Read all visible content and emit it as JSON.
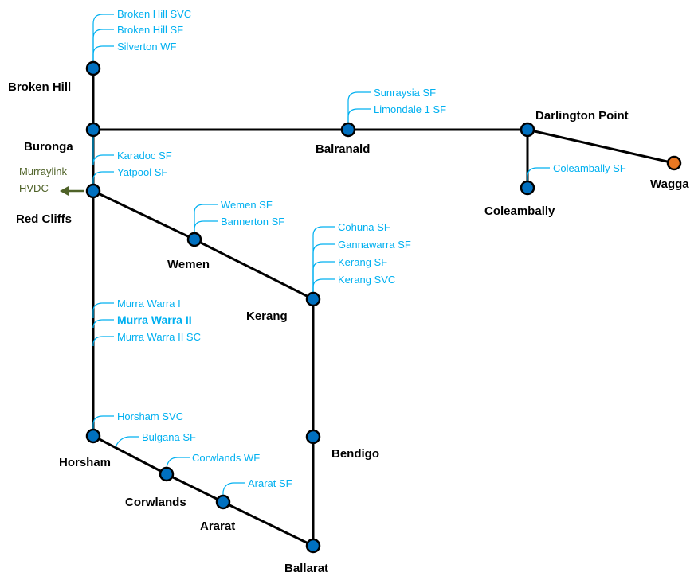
{
  "colors": {
    "line": "#000000",
    "node": "#0070c0",
    "node_highlight": "#e87722",
    "generator_text": "#00b0f0",
    "interconnector": "#4f6228"
  },
  "nodes": {
    "broken_hill": "Broken Hill",
    "buronga": "Buronga",
    "balranald": "Balranald",
    "darlington_point": "Darlington Point",
    "wagga": "Wagga",
    "coleambally": "Coleambally",
    "red_cliffs": "Red Cliffs",
    "wemen": "Wemen",
    "kerang": "Kerang",
    "bendigo": "Bendigo",
    "horsham": "Horsham",
    "corwlands": "Corwlands",
    "ararat": "Ararat",
    "ballarat": "Ballarat"
  },
  "generators": {
    "broken_hill_svc": "Broken Hill SVC",
    "broken_hill_sf": "Broken Hill SF",
    "silverton_wf": "Silverton WF",
    "sunraysia_sf": "Sunraysia SF",
    "limondale_1_sf": "Limondale 1 SF",
    "coleambally_sf": "Coleambally SF",
    "karadoc_sf": "Karadoc SF",
    "yatpool_sf": "Yatpool SF",
    "wemen_sf": "Wemen SF",
    "bannerton_sf": "Bannerton SF",
    "cohuna_sf": "Cohuna SF",
    "gannawarra_sf": "Gannawarra SF",
    "kerang_sf": "Kerang SF",
    "kerang_svc": "Kerang SVC",
    "murra_warra_i": "Murra Warra I",
    "murra_warra_ii": "Murra Warra II",
    "murra_warra_ii_sc": "Murra Warra II SC",
    "horsham_svc": "Horsham SVC",
    "bulgana_sf": "Bulgana SF",
    "corwlands_wf": "Corwlands WF",
    "ararat_sf": "Ararat SF"
  },
  "interconnector": {
    "line1": "Murraylink",
    "line2": "HVDC"
  }
}
